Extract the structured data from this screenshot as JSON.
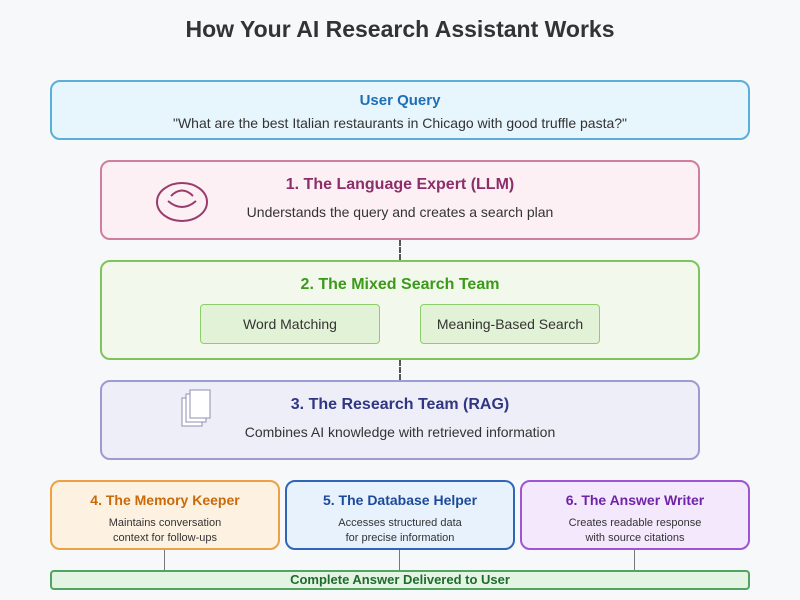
{
  "title": "How Your AI Research Assistant Works",
  "user_query": {
    "title": "User Query",
    "text": "\"What are the best Italian restaurants in Chicago with good truffle pasta?\""
  },
  "llm": {
    "title": "1. The Language Expert (LLM)",
    "description": "Understands the query and creates a search plan",
    "icon": "brain-icon"
  },
  "search": {
    "title": "2. The Mixed Search Team",
    "methods": [
      "Word Matching",
      "Meaning-Based Search"
    ]
  },
  "rag": {
    "title": "3. The Research Team (RAG)",
    "description": "Combines AI knowledge with retrieved information",
    "icon": "documents-icon"
  },
  "helpers": [
    {
      "title": "4. The Memory Keeper",
      "line1": "Maintains conversation",
      "line2": "context for follow-ups"
    },
    {
      "title": "5. The Database Helper",
      "line1": "Accesses structured data",
      "line2": "for precise information"
    },
    {
      "title": "6. The Answer Writer",
      "line1": "Creates readable response",
      "line2": "with source citations"
    }
  ],
  "final": "Complete Answer Delivered to User",
  "colors": {
    "user_query_border": "#5aaed9",
    "llm_border": "#cf7e9f",
    "search_border": "#7fc45a",
    "rag_border": "#9c9bd2",
    "memory_border": "#eda145",
    "database_border": "#2f66b8",
    "writer_border": "#9f54d2",
    "final_border": "#52a463"
  }
}
